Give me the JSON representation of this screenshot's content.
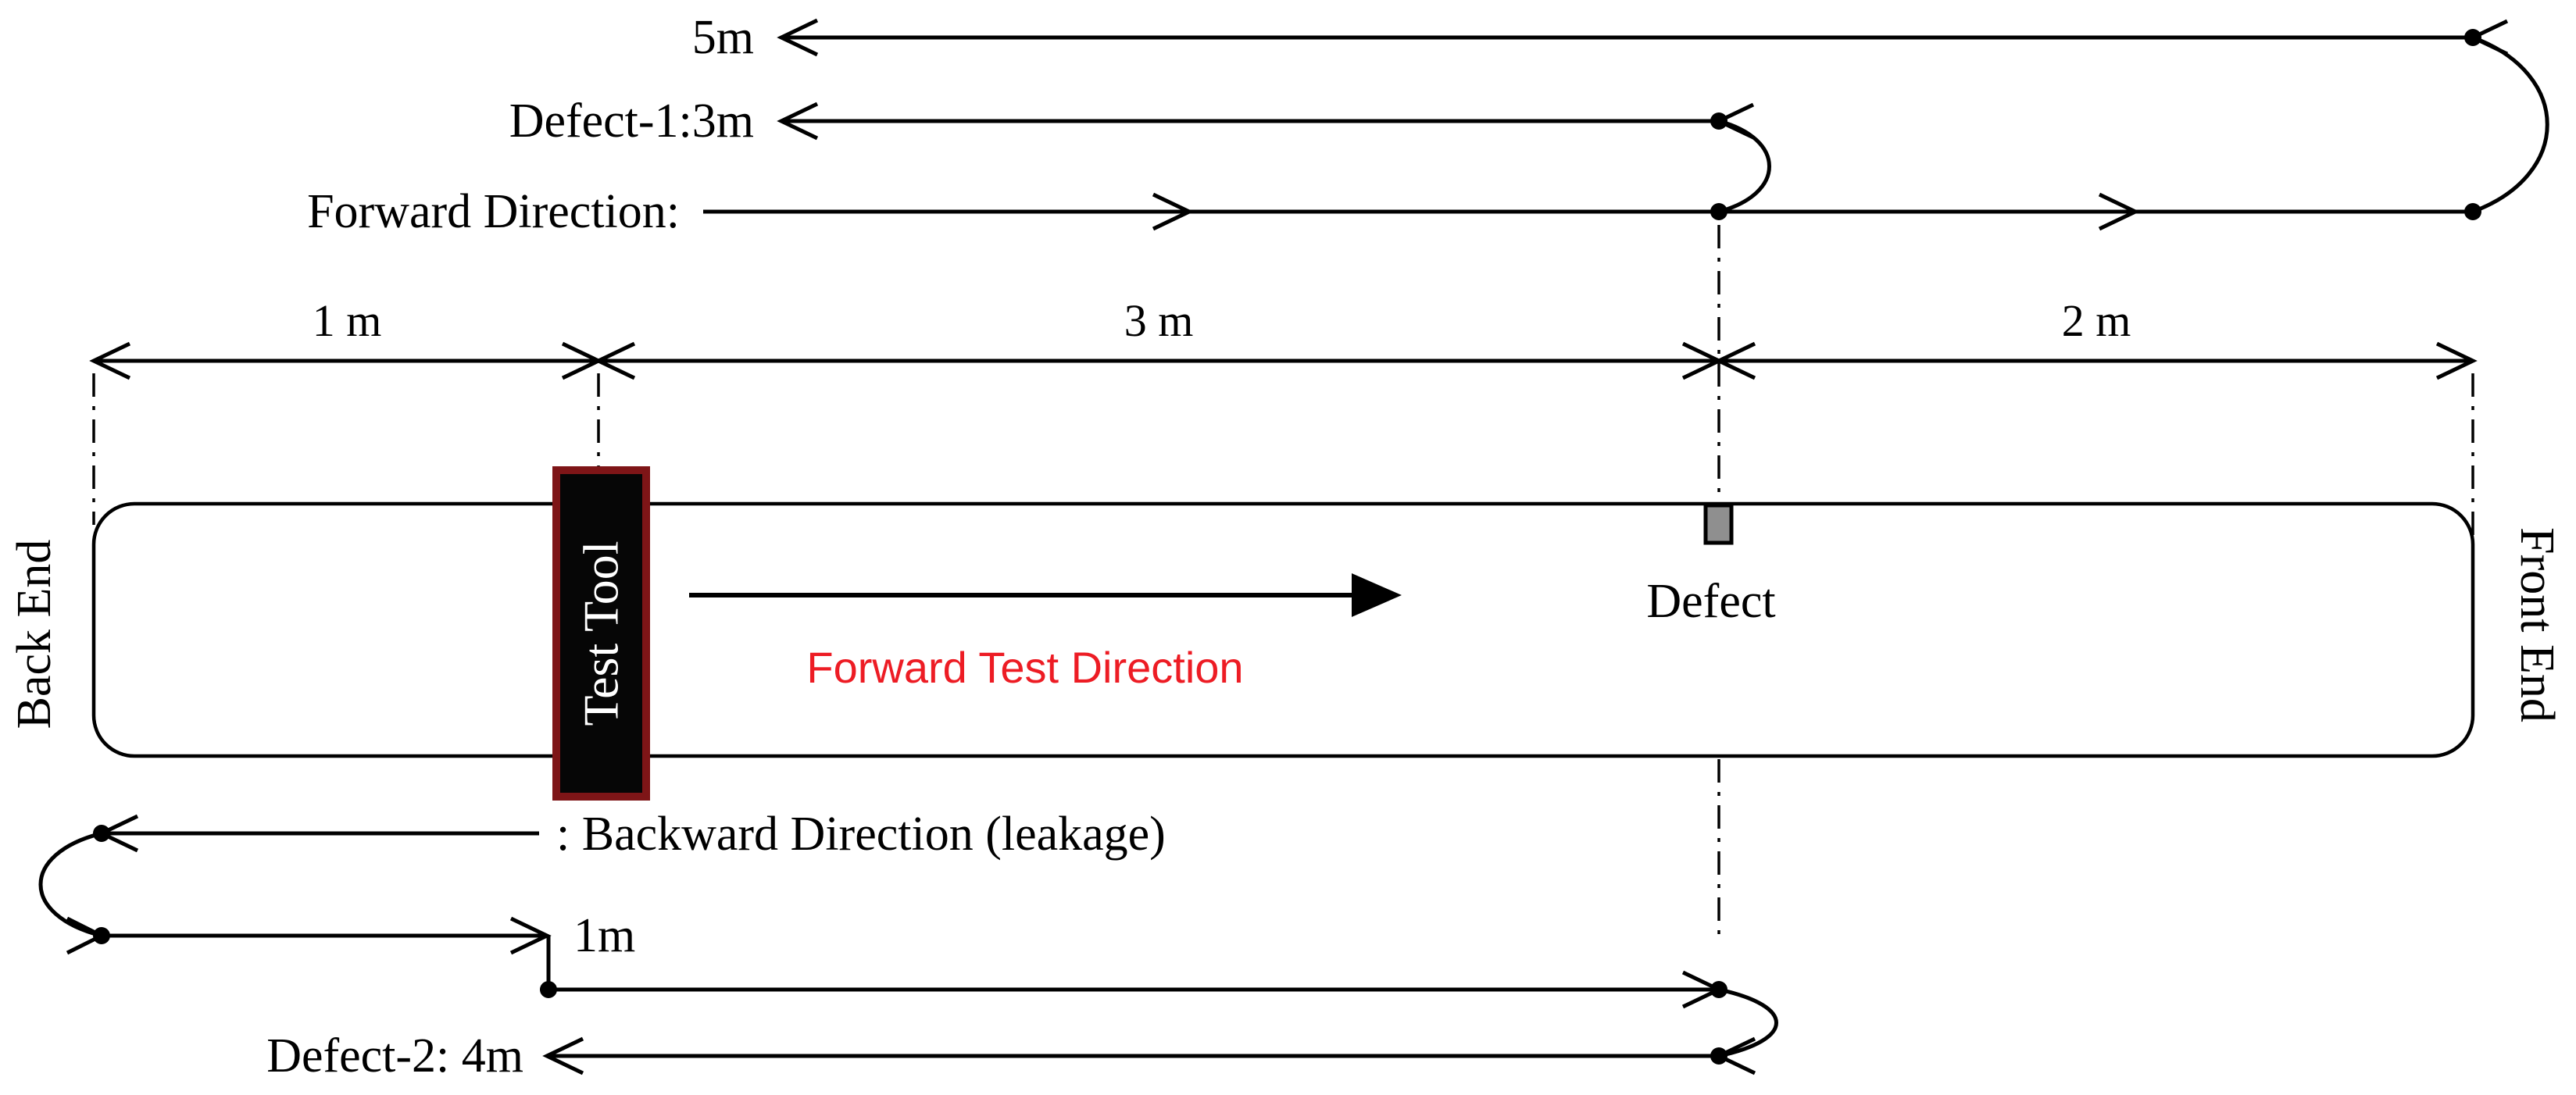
{
  "figure": {
    "type": "pipeline-inspection-test-diagram",
    "colors": {
      "ink": "#000000",
      "accent_red": "#ed1c24",
      "tool_fill": "#060606",
      "tool_border": "#7e1517",
      "defect_fill": "#8f8f8f",
      "background": "#ffffff"
    },
    "echo_top": {
      "total_label": "5m",
      "defect1_label": "Defect-1:3m",
      "forward_label": "Forward Direction:"
    },
    "dimensions": {
      "back_to_tool": "1 m",
      "tool_to_defect": "3 m",
      "defect_to_front": "2 m"
    },
    "pipe": {
      "back_end_label": "Back End",
      "front_end_label": "Front End",
      "tool_label": "Test Tool",
      "defect_label": "Defect",
      "forward_test_label": "Forward Test Direction"
    },
    "echo_bottom": {
      "backward_legend": ": Backward Direction (leakage)",
      "one_meter_label": "1m",
      "defect2_label": "Defect-2: 4m"
    }
  }
}
